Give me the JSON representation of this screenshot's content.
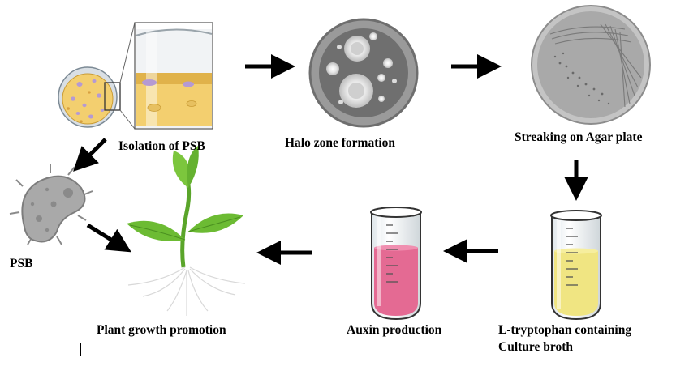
{
  "labels": {
    "isolation": "Isolation of PSB",
    "halo": "Halo zone formation",
    "streaking": "Streaking on Agar plate",
    "psb": "PSB",
    "plant": "Plant growth promotion",
    "auxin": "Auxin production",
    "tryptophan_line1": "L-tryptophan containing",
    "tryptophan_line2": "Culture broth"
  },
  "colors": {
    "agar": "#f3cf6f",
    "agar_dark": "#e0b24a",
    "colony_purple": "#b59ad3",
    "halo_plate": "#8c8c8c",
    "streak_plate": "#b5b5b5",
    "bacterium": "#a9a9a9",
    "sprout_green": "#5dab2b",
    "auxin_pink": "#e46a93",
    "broth_yellow": "#f0e582",
    "arrow": "#000000"
  }
}
